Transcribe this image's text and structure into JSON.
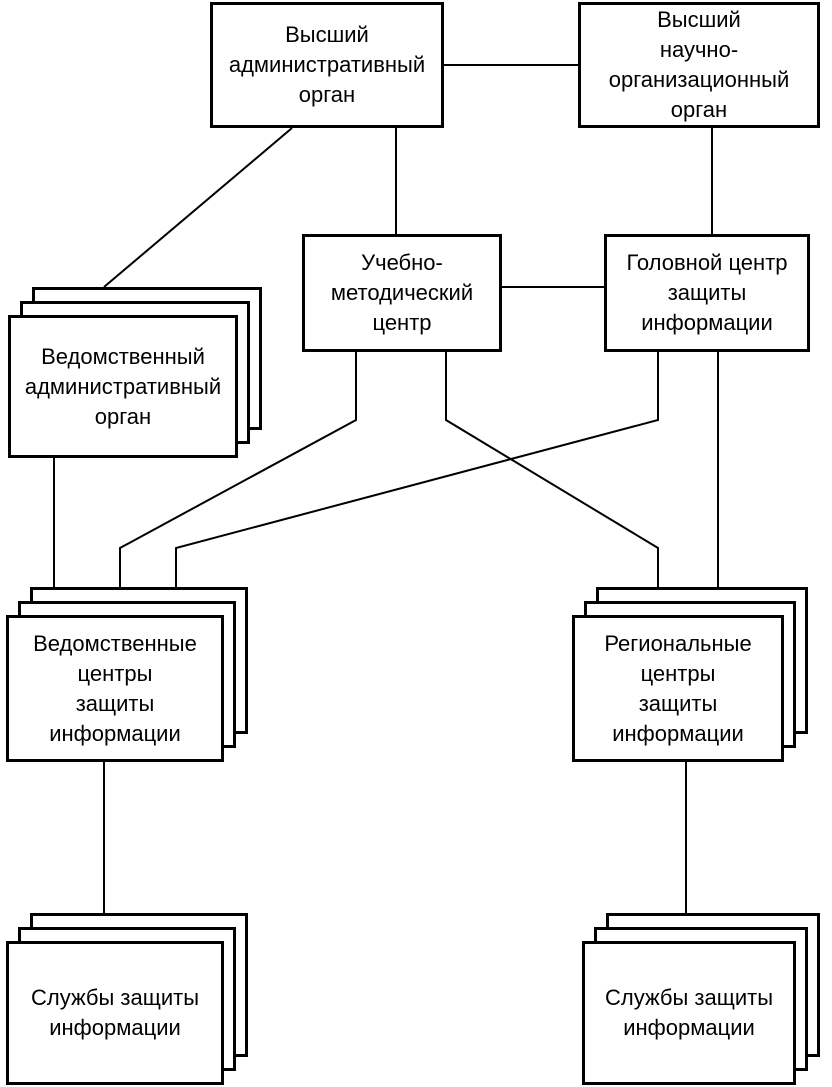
{
  "diagram": {
    "nodes": {
      "top_admin": {
        "label": "Высший\nадминистративный\nорган"
      },
      "top_science": {
        "label": "Высший\nнаучно-\nорганизационный\nорган"
      },
      "edu_center": {
        "label": "Учебно-\nметодический\nцентр"
      },
      "head_center": {
        "label": "Головной центр\nзащиты\nинформации"
      },
      "dept_admin": {
        "label": "Ведомственный\nадминистративный\nорган"
      },
      "dept_centers": {
        "label": "Ведомственные\nцентры\nзащиты\nинформации"
      },
      "reg_centers": {
        "label": "Региональные\nцентры\nзащиты\nинформации"
      },
      "services_left": {
        "label": "Службы защиты\nинформации"
      },
      "services_right": {
        "label": "Службы защиты\nинформации"
      }
    },
    "edges": [
      [
        "top_admin",
        "top_science"
      ],
      [
        "top_admin",
        "dept_admin"
      ],
      [
        "top_admin",
        "edu_center"
      ],
      [
        "top_science",
        "head_center"
      ],
      [
        "edu_center",
        "head_center"
      ],
      [
        "dept_admin",
        "dept_centers"
      ],
      [
        "edu_center",
        "dept_centers"
      ],
      [
        "head_center",
        "dept_centers"
      ],
      [
        "edu_center",
        "reg_centers"
      ],
      [
        "head_center",
        "reg_centers"
      ],
      [
        "dept_centers",
        "services_left"
      ],
      [
        "reg_centers",
        "services_right"
      ]
    ]
  },
  "style": {
    "line_color": "#000000",
    "box_fill": "#ffffff"
  }
}
